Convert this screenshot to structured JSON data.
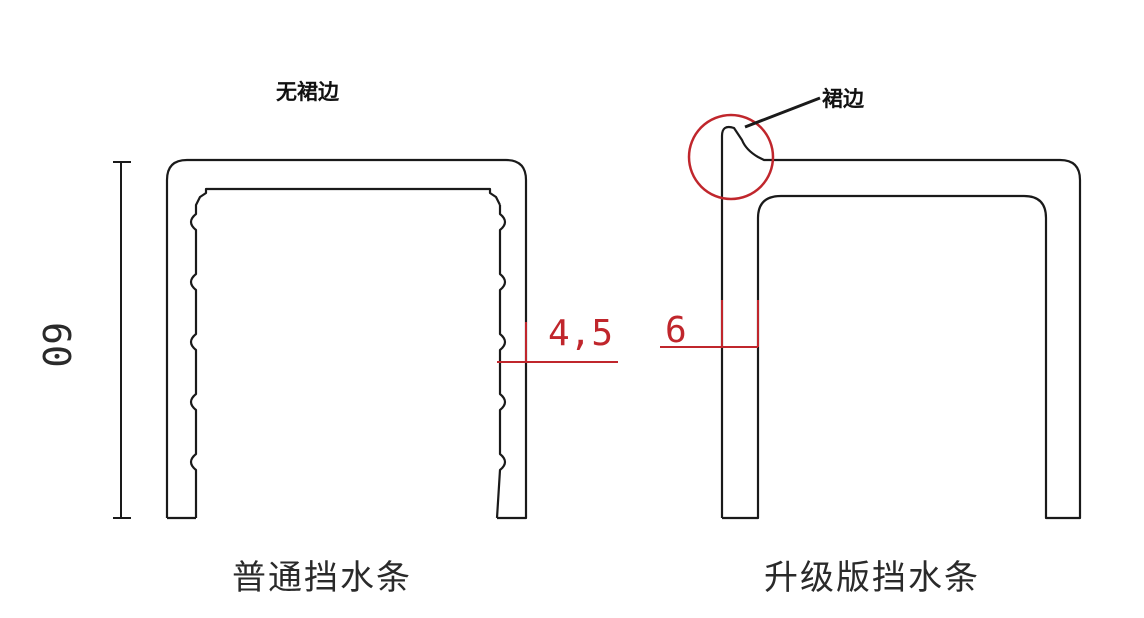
{
  "labels": {
    "no_skirt": "无裙边",
    "skirt": "裙边",
    "left_caption": "普通挡水条",
    "right_caption": "升级版挡水条"
  },
  "dimensions": {
    "height": "60",
    "thin_wall": "4,5",
    "thick_wall": "6"
  },
  "colors": {
    "outline": "#1a1a1a",
    "dimension_red": "#c0262c",
    "highlight_circle": "#c0262c"
  }
}
